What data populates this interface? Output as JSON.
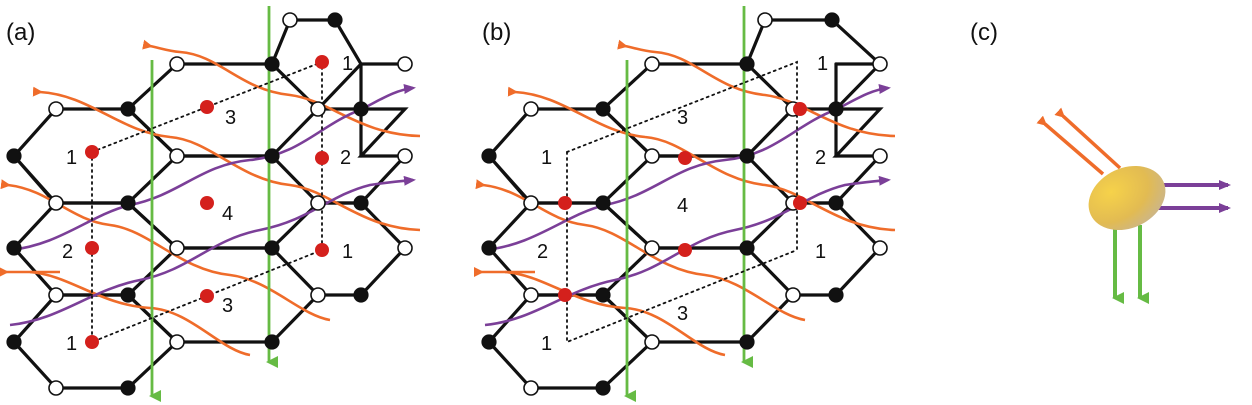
{
  "panels": [
    {
      "letter": "(a)",
      "labels": [
        "1",
        "2",
        "1",
        "2",
        "1",
        "3",
        "4",
        "3"
      ]
    },
    {
      "letter": "(b)",
      "labels": [
        "1",
        "1",
        "3",
        "2",
        "4",
        "2",
        "1",
        "3",
        "1"
      ]
    },
    {
      "letter": "(c)"
    }
  ],
  "colors": {
    "orange": "#ef6c2a",
    "purple": "#7b3f98",
    "green": "#66bb44",
    "red_dot": "#d4201c",
    "ellipse": "#e9c54a"
  }
}
